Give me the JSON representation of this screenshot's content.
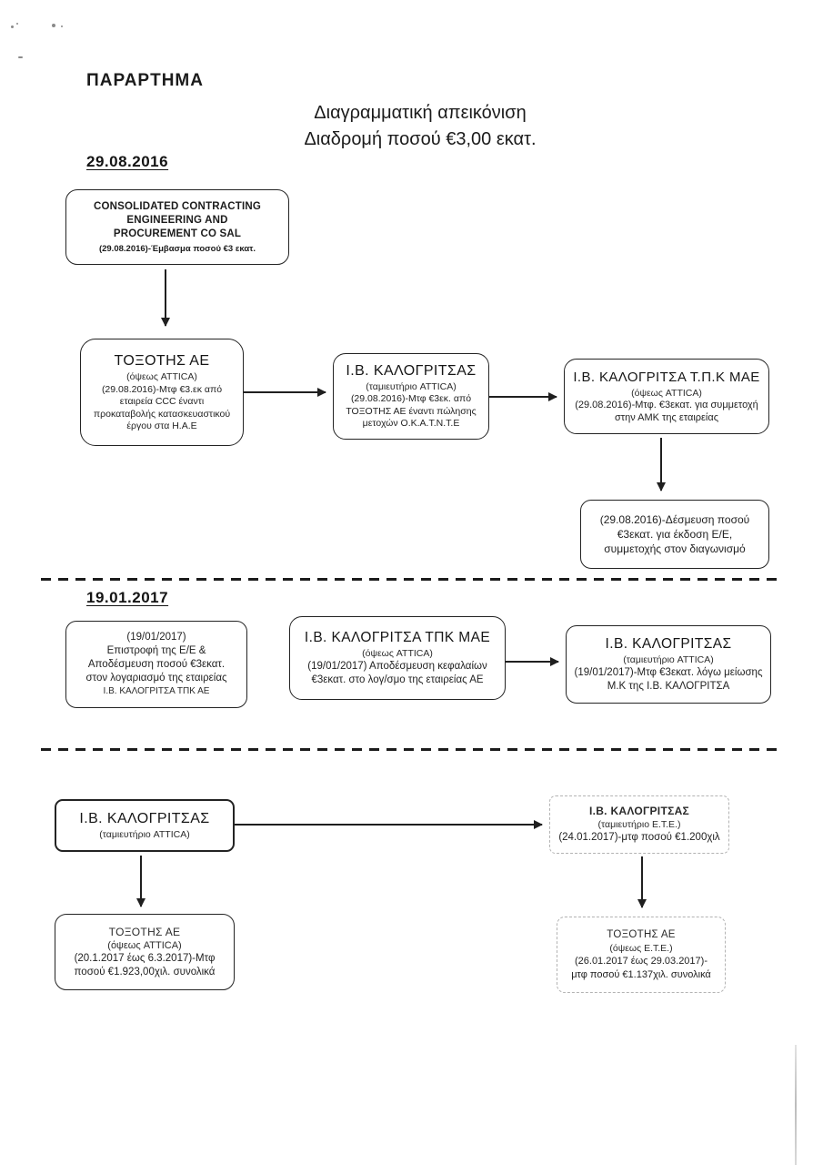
{
  "header": {
    "appendix": "ΠΑΡΑΡΤΗΜΑ",
    "title_line1": "Διαγραμματική απεικόνιση",
    "title_line2": "Διαδρομή ποσού €3,00 εκατ."
  },
  "section1": {
    "date": "29.08.2016",
    "box_ccc": {
      "line1": "CONSOLIDATED CONTRACTING",
      "line2": "ENGINEERING AND",
      "line3": "PROCUREMENT CO SAL",
      "note": "(29.08.2016)-Έμβασμα ποσού €3 εκατ."
    },
    "box_toxotis": {
      "title": "ΤΟΞΟΤΗΣ ΑΕ",
      "subtitle": "(όψεως ATTICA)",
      "body": "(29.08.2016)-Μτφ €3.εκ από εταιρεία CCC έναντι προκαταβολής κατασκευαστικού έργου στα Η.Α.Ε"
    },
    "box_kalogritsas": {
      "title": "Ι.Β. ΚΑΛΟΓΡΙΤΣΑΣ",
      "subtitle": "(ταμιευτήριο ATTICA)",
      "body": "(29.08.2016)-Μτφ €3εκ. από ΤΟΞΟΤΗΣ ΑΕ έναντι πώλησης μετοχών Ο.Κ.Α.Τ.Ν.Τ.Ε"
    },
    "box_tpk_mae": {
      "title": "Ι.Β. ΚΑΛΟΓΡΙΤΣΑ Τ.Π.Κ  ΜΑΕ",
      "subtitle": "(όψεως ATTICA)",
      "body": "(29.08.2016)-Μτφ. €3εκατ. για συμμετοχή στην ΑΜΚ της εταιρείας"
    },
    "box_desmeusi": {
      "body": "(29.08.2016)-Δέσμευση ποσού €3εκατ. για έκδοση Ε/Ε, συμμετοχής στον διαγωνισμό"
    }
  },
  "section2": {
    "date": "19.01.2017",
    "box_epistrofi": {
      "line1": "(19/01/2017)",
      "line2": "Επιστροφή της Ε/Ε  &",
      "line3": "Αποδέσμευση ποσού €3εκατ.",
      "line4": "στον λογαριασμό της εταιρείας",
      "line5": "Ι.Β. ΚΑΛΟΓΡΙΤΣΑ ΤΠΚ ΑΕ"
    },
    "box_tpk_mae": {
      "title": "Ι.Β. ΚΑΛΟΓΡΙΤΣΑ ΤΠΚ ΜΑΕ",
      "subtitle": "(όψεως ATTICA)",
      "body": "(19/01/2017) Αποδέσμευση κεφαλαίων €3εκατ. στο λογ/σμο της εταιρείας ΑΕ"
    },
    "box_kalogritsas": {
      "title": "Ι.Β. ΚΑΛΟΓΡΙΤΣΑΣ",
      "subtitle": "(ταμιευτήριο ATTICA)",
      "body": "(19/01/2017)-Μτφ €3εκατ. λόγω μείωσης Μ.Κ της  Ι.Β. ΚΑΛΟΓΡΙΤΣΑ"
    }
  },
  "section3": {
    "box_kalogritsas_attica": {
      "title": "Ι.Β. ΚΑΛΟΓΡΙΤΣΑΣ",
      "subtitle": "(ταμιευτήριο ATTICA)"
    },
    "box_kalogritsas_ete": {
      "title": "Ι.Β. ΚΑΛΟΓΡΙΤΣΑΣ",
      "subtitle": "(ταμιευτήριο Ε.Τ.Ε.)",
      "body": "(24.01.2017)-μτφ ποσού €1.200χιλ"
    },
    "box_toxotis_attica": {
      "title": "ΤΟΞΟΤΗΣ ΑΕ",
      "subtitle": "(όψεως ATTICA)",
      "body_line1": "(20.1.2017 έως 6.3.2017)-Μτφ",
      "body_line2": "ποσού €1.923,00χιλ. συνολικά"
    },
    "box_toxotis_ete": {
      "title": "ΤΟΞΟΤΗΣ ΑΕ",
      "subtitle": "(όψεως Ε.Τ.Ε.)",
      "body_line1": "(26.01.2017 έως 29.03.2017)-",
      "body_line2": "μτφ ποσού €1.137χιλ. συνολικά"
    }
  }
}
